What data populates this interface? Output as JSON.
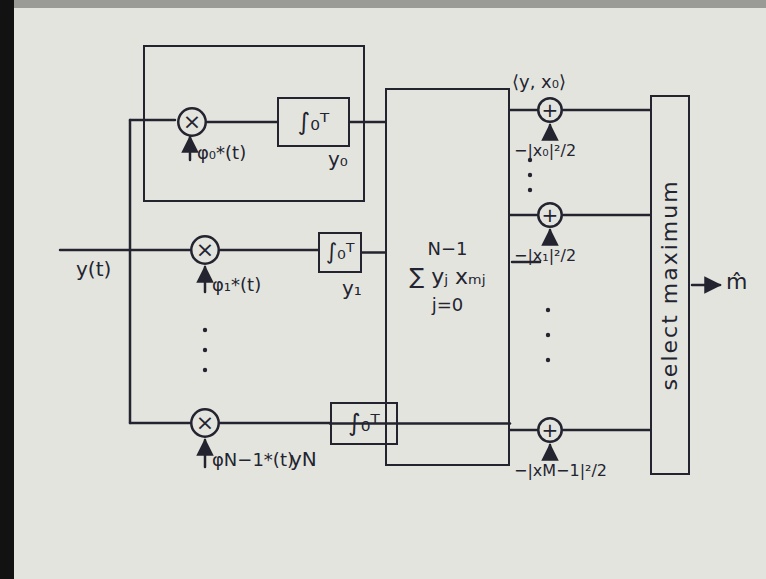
{
  "diagram": {
    "nodes": [
      {
        "text": [
          "φ₀*(t)"
        ]
      },
      {
        "text": [
          "×"
        ],
        "in": 0
      },
      {
        "text": [
          "∫₀ᵀ"
        ],
        "in": 0
      },
      {
        "text": [
          "×"
        ]
      },
      {
        "text": [
          "∫₀ᵀ"
        ]
      },
      {
        "text": [
          "×"
        ]
      },
      {
        "text": [
          "∫₀ᵀ"
        ]
      },
      {
        "text": [
          "N−1",
          "∑ yⱼ xₘⱼ",
          "j=0"
        ]
      },
      {
        "text": [
          "+"
        ]
      },
      {
        "text": [
          "+"
        ]
      },
      {
        "text": [
          "+"
        ]
      },
      {
        "text": [
          "select maximum"
        ]
      }
    ],
    "edges": [
      {
        "from": 1,
        "to": 2,
        "arrow": "none"
      },
      {
        "from": 3,
        "to": 4,
        "arrow": "none"
      },
      {
        "from": 5,
        "to": 6,
        "arrow": "none"
      },
      {
        "from": 2,
        "to": 7,
        "label": "y₀",
        "arrow": "none"
      },
      {
        "from": 4,
        "to": 7,
        "label": "y₁",
        "arrow": "none"
      },
      {
        "from": 6,
        "to": 7,
        "label": "yN",
        "arrow": "none"
      },
      {
        "from": 7,
        "to": 8,
        "label": "⟨y, x₀⟩",
        "arrow": "none"
      },
      {
        "from": 7,
        "to": 9,
        "arrow": "none"
      },
      {
        "from": 7,
        "to": 10,
        "arrow": "none"
      },
      {
        "from": 8,
        "to": 11,
        "arrow": "none"
      },
      {
        "from": 9,
        "to": 11,
        "arrow": "none"
      },
      {
        "from": 10,
        "to": 11,
        "arrow": "none"
      }
    ],
    "labels": [
      "y(t)",
      "φ₁*(t)",
      "φN−1*(t)",
      "−|x₀|²/2",
      "−|x₁|²/2",
      "−|xM−1|²/2",
      "m̂"
    ]
  }
}
